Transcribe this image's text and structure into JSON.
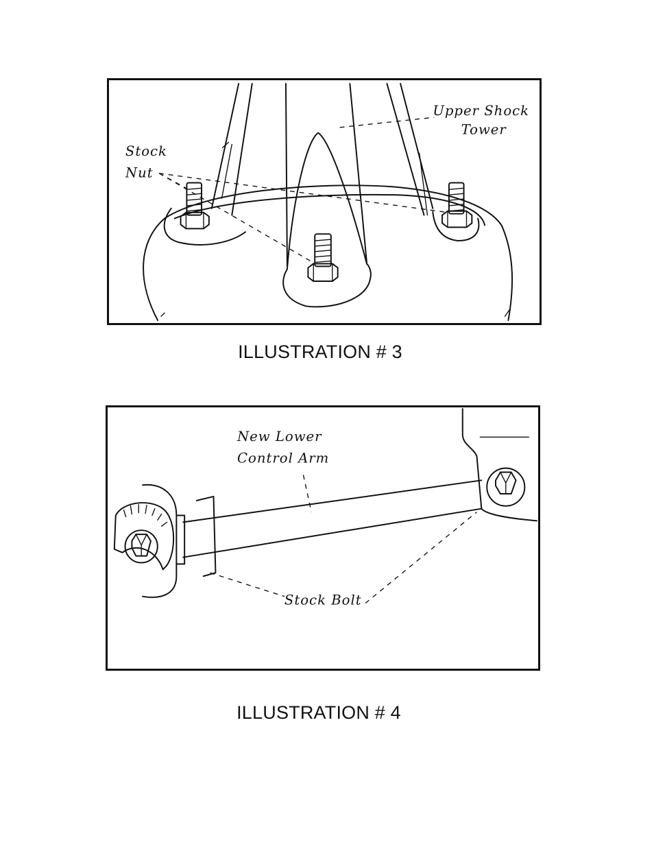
{
  "illustrations": [
    {
      "caption": "ILLUSTRATION # 3",
      "labels": {
        "upper_line1": "Upper Shock",
        "upper_line2": "Tower",
        "nut_line1": "Stock",
        "nut_line2": "Nut"
      }
    },
    {
      "caption": "ILLUSTRATION # 4",
      "labels": {
        "arm_line1": "New Lower",
        "arm_line2": "Control Arm",
        "bolt": "Stock Bolt"
      }
    }
  ]
}
